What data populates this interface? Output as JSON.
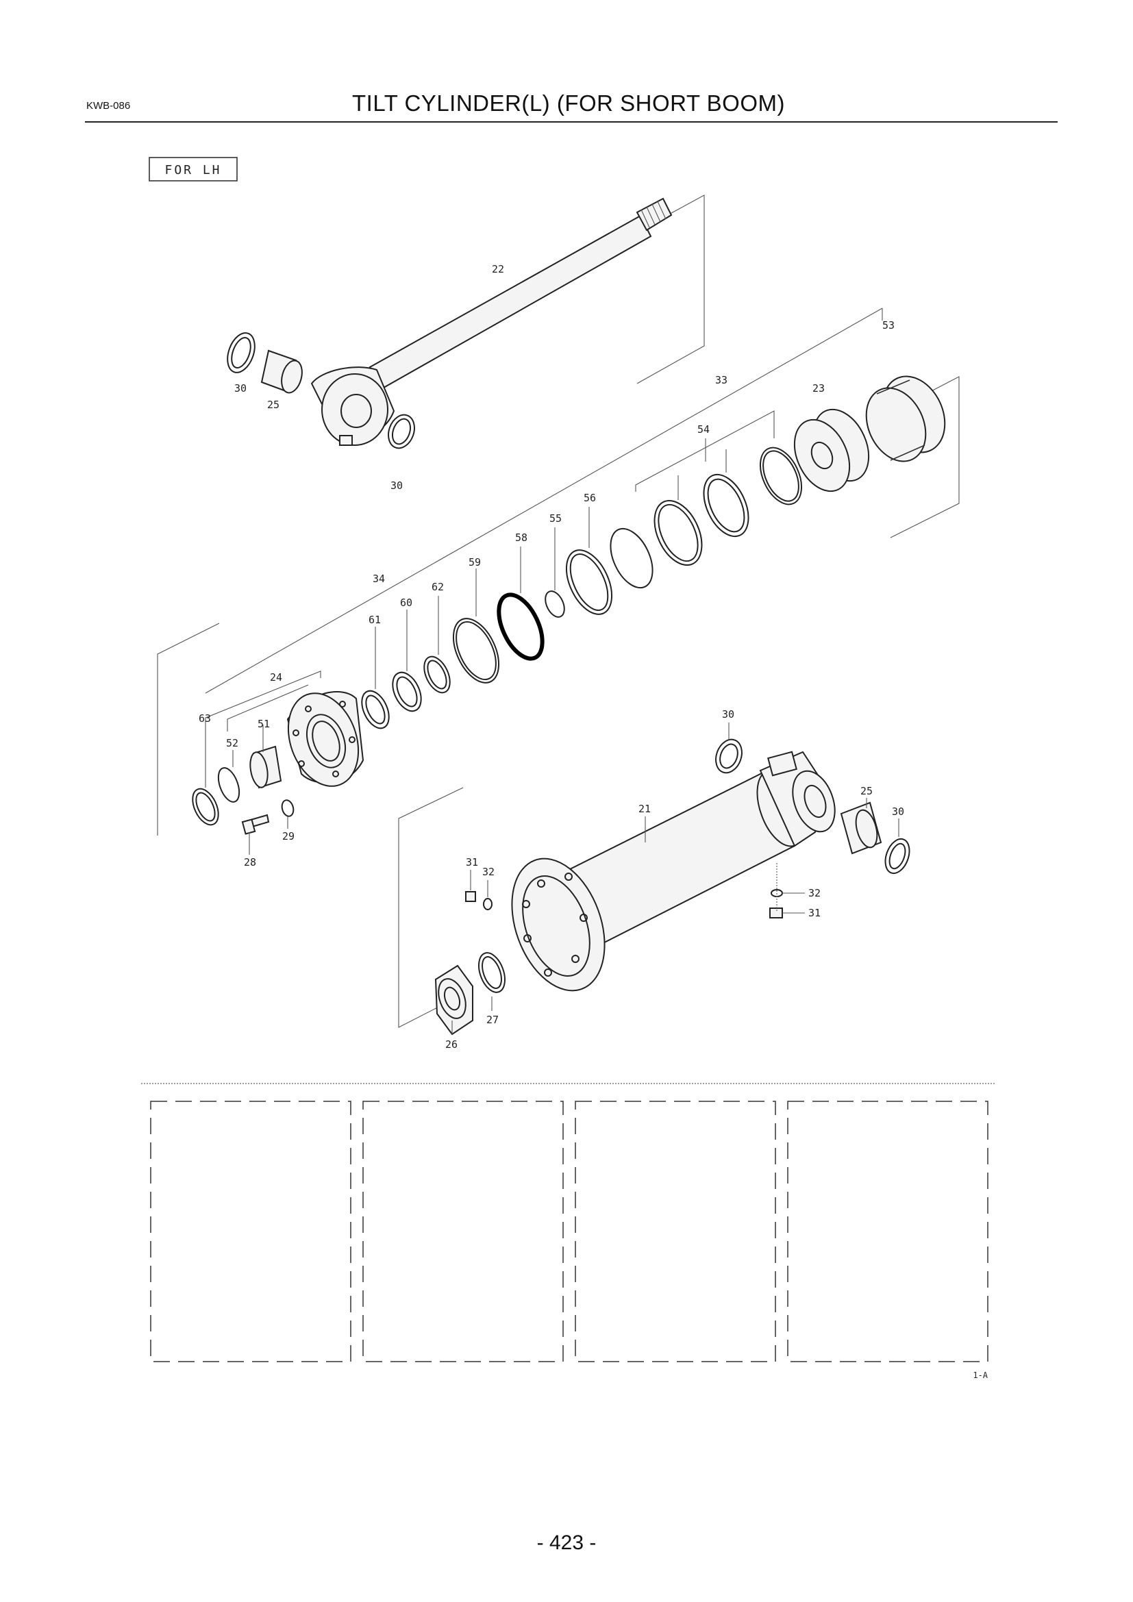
{
  "header": {
    "doc_code": "KWB-086",
    "title": "TILT CYLINDER(L) (FOR SHORT BOOM)"
  },
  "diagram": {
    "variant_box": "FOR LH",
    "reference": "1-A",
    "callouts": [
      {
        "key": "22",
        "label": "22"
      },
      {
        "key": "53",
        "label": "53"
      },
      {
        "key": "30a",
        "label": "30"
      },
      {
        "key": "25a",
        "label": "25"
      },
      {
        "key": "30b",
        "label": "30"
      },
      {
        "key": "33",
        "label": "33"
      },
      {
        "key": "23",
        "label": "23"
      },
      {
        "key": "54",
        "label": "54"
      },
      {
        "key": "56",
        "label": "56"
      },
      {
        "key": "55",
        "label": "55"
      },
      {
        "key": "58",
        "label": "58"
      },
      {
        "key": "59",
        "label": "59"
      },
      {
        "key": "34",
        "label": "34"
      },
      {
        "key": "62",
        "label": "62"
      },
      {
        "key": "60",
        "label": "60"
      },
      {
        "key": "61",
        "label": "61"
      },
      {
        "key": "24",
        "label": "24"
      },
      {
        "key": "63",
        "label": "63"
      },
      {
        "key": "51",
        "label": "51"
      },
      {
        "key": "52",
        "label": "52"
      },
      {
        "key": "29",
        "label": "29"
      },
      {
        "key": "28",
        "label": "28"
      },
      {
        "key": "30c",
        "label": "30"
      },
      {
        "key": "25b",
        "label": "25"
      },
      {
        "key": "30d",
        "label": "30"
      },
      {
        "key": "21",
        "label": "21"
      },
      {
        "key": "31a",
        "label": "31"
      },
      {
        "key": "32a",
        "label": "32"
      },
      {
        "key": "32b",
        "label": "32"
      },
      {
        "key": "31b",
        "label": "31"
      },
      {
        "key": "27",
        "label": "27"
      },
      {
        "key": "26",
        "label": "26"
      }
    ]
  },
  "footer": {
    "page_number": "- 423 -"
  }
}
